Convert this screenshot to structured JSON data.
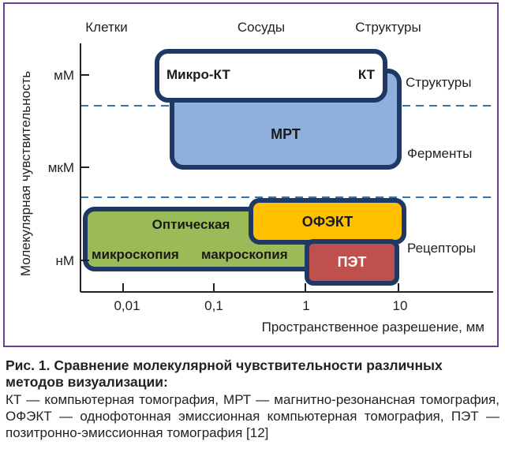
{
  "diagram": {
    "top_labels": [
      "Клетки",
      "Сосуды",
      "Структуры"
    ],
    "y_axis": {
      "title": "Молекулярная чувствительность",
      "ticks": [
        "мМ",
        "мкМ",
        "нМ"
      ]
    },
    "x_axis": {
      "title": "Пространственное разрешение, мм",
      "ticks": [
        "0,01",
        "0,1",
        "1",
        "10"
      ]
    },
    "right_labels": [
      "Структуры",
      "Ферменты",
      "Рецепторы"
    ],
    "boxes": {
      "mri": {
        "label": "МРТ",
        "color": "#8fb0dc"
      },
      "optical": {
        "label_line1": "Оптическая",
        "label_left": "микроскопия",
        "label_right": "макроскопия",
        "color": "#9bbb59"
      },
      "spect": {
        "label": "ОФЭКТ",
        "color": "#ffc000"
      },
      "pet": {
        "label": "ПЭТ",
        "color": "#c0504d"
      },
      "ct": {
        "label_left": "Микро-КТ",
        "label_right": "КТ",
        "color": "#ffffff"
      }
    },
    "colors": {
      "outline": "#1f3864",
      "dash": "#2e75b6",
      "frame": "#6a3f8f"
    }
  },
  "caption": {
    "title": "Рис. 1. Сравнение молекулярной чувствительности различных методов визуализации:",
    "body": "КТ — компьютерная томография, МРТ — магнитно-резонансная томография, ОФЭКТ — однофотонная эмиссионная компьютерная томография, ПЭТ — позитронно-эмиссионная томография [12]"
  }
}
